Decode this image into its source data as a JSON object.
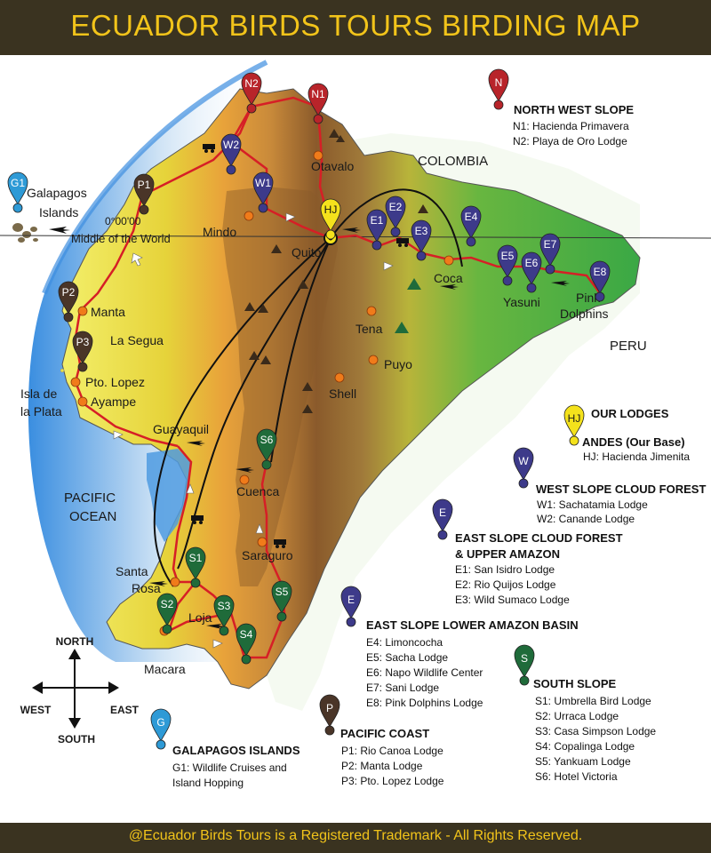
{
  "title": "ECUADOR BIRDS TOURS BIRDING MAP",
  "footer": "@Ecuador Birds Tours is a Registered Trademark - All Rights Reserved.",
  "colors": {
    "header_bg": "#3a3320",
    "header_text": "#f2c41a",
    "route": "#d61f26",
    "north_pin": "#b8242a",
    "west_pin": "#3d3a8a",
    "east_pin": "#3d3a8a",
    "south_pin": "#1f6b3a",
    "pacific_pin": "#4a3528",
    "galapagos_pin": "#2e9ad6",
    "hj_pin": "#f4e21c",
    "ocean": "#4f9be0",
    "amazon": "#37a845",
    "coast": "#e8e24a",
    "andes": "#8a5a2b"
  },
  "map_labels": {
    "colombia": "COLOMBIA",
    "peru": "PERU",
    "pacific_ocean_1": "PACIFIC",
    "pacific_ocean_2": "OCEAN",
    "galapagos_1": "Galapagos",
    "galapagos_2": "Islands",
    "equator_coord": "0°00'00",
    "middle_world": "Middle of the World",
    "isla_plata_1": "Isla de",
    "isla_plata_2": "la Plata",
    "our_lodges": "OUR LODGES"
  },
  "places": [
    {
      "name": "Otavalo"
    },
    {
      "name": "Mindo"
    },
    {
      "name": "Quito"
    },
    {
      "name": "Coca"
    },
    {
      "name": "Tena"
    },
    {
      "name": "Puyo"
    },
    {
      "name": "Shell"
    },
    {
      "name": "Manta"
    },
    {
      "name": "La Segua"
    },
    {
      "name": "Pto. Lopez"
    },
    {
      "name": "Ayampe"
    },
    {
      "name": "Guayaquil"
    },
    {
      "name": "Cuenca"
    },
    {
      "name": "Saraguro"
    },
    {
      "name": "Santa"
    },
    {
      "name": "Rosa"
    },
    {
      "name": "Loja"
    },
    {
      "name": "Macara"
    },
    {
      "name": "Yasuni"
    },
    {
      "name": "Pink"
    },
    {
      "name": "Dolphins"
    }
  ],
  "pins": [
    {
      "code": "N2",
      "group": "north"
    },
    {
      "code": "N1",
      "group": "north"
    },
    {
      "code": "W2",
      "group": "west"
    },
    {
      "code": "W1",
      "group": "west"
    },
    {
      "code": "P1",
      "group": "pacific"
    },
    {
      "code": "P2",
      "group": "pacific"
    },
    {
      "code": "P3",
      "group": "pacific"
    },
    {
      "code": "G1",
      "group": "galapagos"
    },
    {
      "code": "HJ",
      "group": "hj"
    },
    {
      "code": "E1",
      "group": "east"
    },
    {
      "code": "E2",
      "group": "east"
    },
    {
      "code": "E3",
      "group": "east"
    },
    {
      "code": "E4",
      "group": "east"
    },
    {
      "code": "E5",
      "group": "east"
    },
    {
      "code": "E6",
      "group": "east"
    },
    {
      "code": "E7",
      "group": "east"
    },
    {
      "code": "E8",
      "group": "east"
    },
    {
      "code": "S6",
      "group": "south"
    },
    {
      "code": "S1",
      "group": "south"
    },
    {
      "code": "S2",
      "group": "south"
    },
    {
      "code": "S3",
      "group": "south"
    },
    {
      "code": "S4",
      "group": "south"
    },
    {
      "code": "S5",
      "group": "south"
    }
  ],
  "legend": {
    "north": {
      "letter": "N",
      "title": "NORTH WEST SLOPE",
      "items": [
        "N1: Hacienda Primavera",
        "N2: Playa de Oro Lodge"
      ]
    },
    "andes": {
      "letter": "HJ",
      "title": "ANDES (Our Base)",
      "items": [
        "HJ: Hacienda Jimenita"
      ]
    },
    "west": {
      "letter": "W",
      "title": "WEST SLOPE CLOUD FOREST",
      "items": [
        "W1: Sachatamia Lodge",
        "W2: Canande Lodge"
      ]
    },
    "east_upper": {
      "letter": "E",
      "title_1": "EAST SLOPE CLOUD FOREST",
      "title_2": "& UPPER AMAZON",
      "items": [
        "E1: San Isidro Lodge",
        "E2: Rio Quijos Lodge",
        "E3: Wild Sumaco Lodge"
      ]
    },
    "east_lower": {
      "letter": "E",
      "title": "EAST SLOPE LOWER AMAZON BASIN",
      "items": [
        "E4: Limoncocha",
        "E5: Sacha Lodge",
        "E6: Napo Wildlife Center",
        "E7: Sani Lodge",
        "E8: Pink Dolphins Lodge"
      ]
    },
    "south": {
      "letter": "S",
      "title": "SOUTH SLOPE",
      "items": [
        "S1: Umbrella Bird Lodge",
        "S2: Urraca Lodge",
        "S3: Casa Simpson Lodge",
        "S4: Copalinga Lodge",
        "S5: Yankuam Lodge",
        "S6: Hotel Victoria"
      ]
    },
    "pacific": {
      "letter": "P",
      "title": "PACIFIC COAST",
      "items": [
        "P1: Rio Canoa Lodge",
        "P2: Manta Lodge",
        "P3: Pto. Lopez Lodge"
      ]
    },
    "galapagos": {
      "letter": "G",
      "title": "GALAPAGOS ISLANDS",
      "items": [
        "G1: Wildlife Cruises and",
        "Island Hopping"
      ]
    }
  },
  "compass": {
    "north": "NORTH",
    "south": "SOUTH",
    "east": "EAST",
    "west": "WEST"
  }
}
